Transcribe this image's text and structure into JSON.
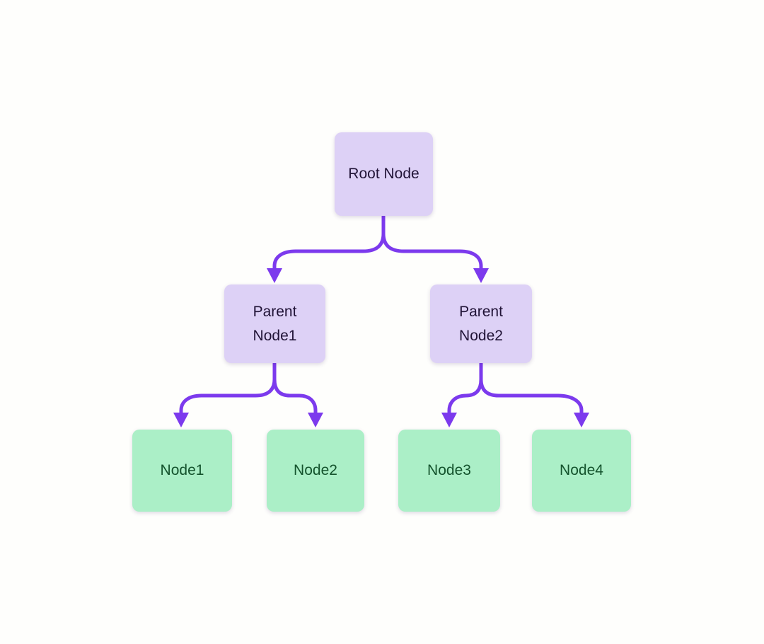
{
  "diagram": {
    "type": "tree-flowchart",
    "nodes": [
      {
        "id": "root",
        "label": "Root Node",
        "style": "purple",
        "level": 0
      },
      {
        "id": "parent1",
        "label": "Parent Node1",
        "style": "purple",
        "level": 1
      },
      {
        "id": "parent2",
        "label": "Parent Node2",
        "style": "purple",
        "level": 1
      },
      {
        "id": "node1",
        "label": "Node1",
        "style": "green",
        "level": 2
      },
      {
        "id": "node2",
        "label": "Node2",
        "style": "green",
        "level": 2
      },
      {
        "id": "node3",
        "label": "Node3",
        "style": "green",
        "level": 2
      },
      {
        "id": "node4",
        "label": "Node4",
        "style": "green",
        "level": 2
      }
    ],
    "edges": [
      {
        "from": "Root Node",
        "to": "Parent Node1"
      },
      {
        "from": "Root Node",
        "to": "Parent Node2"
      },
      {
        "from": "Parent Node1",
        "to": "Node1"
      },
      {
        "from": "Parent Node1",
        "to": "Node2"
      },
      {
        "from": "Parent Node2",
        "to": "Node3"
      },
      {
        "from": "Parent Node2",
        "to": "Node4"
      }
    ],
    "colors": {
      "background": "#fefefc",
      "node_purple_fill": "#ddd1f6",
      "node_purple_text": "#201336",
      "node_green_fill": "#abefc7",
      "node_green_text": "#14532d",
      "connector": "#7c3aed"
    }
  }
}
